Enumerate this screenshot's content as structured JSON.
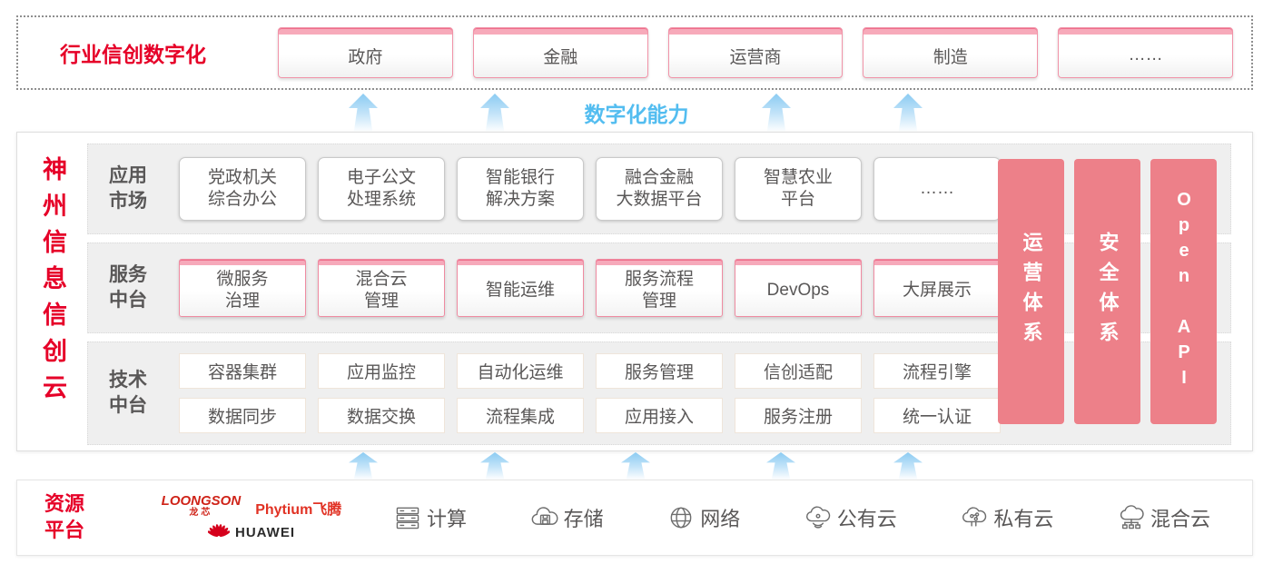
{
  "colors": {
    "accent_red": "#e60028",
    "pink_border": "#ef8ba1",
    "pink_bar": "#f6a9ba",
    "pillar_coral": "#ed8089",
    "blue": "#53bdf0",
    "text_gray": "#595757",
    "row_bg": "#efefef"
  },
  "top": {
    "title": "行业信创数字化",
    "industries": [
      "政府",
      "金融",
      "运营商",
      "制造",
      "……"
    ]
  },
  "capability": {
    "label": "数字化能力"
  },
  "main": {
    "vertical_title": "神州信息信创云",
    "rows": [
      {
        "label": "应用\n市场",
        "items": [
          "党政机关\n综合办公",
          "电子公文\n处理系统",
          "智能银行\n解决方案",
          "融合金融\n大数据平台",
          "智慧农业\n平台",
          "……"
        ]
      },
      {
        "label": "服务\n中台",
        "items": [
          "微服务\n治理",
          "混合云\n管理",
          "智能运维",
          "服务流程\n管理",
          "DevOps",
          "大屏展示"
        ]
      },
      {
        "label": "技术\n中台",
        "items_top": [
          "容器集群",
          "应用监控",
          "自动化运维",
          "服务管理",
          "信创适配",
          "流程引擎"
        ],
        "items_bottom": [
          "数据同步",
          "数据交换",
          "流程集成",
          "应用接入",
          "服务注册",
          "统一认证"
        ]
      }
    ],
    "pillars": [
      "运营体系",
      "安全体系",
      "Open API"
    ]
  },
  "bottom": {
    "title": "资源\n平台",
    "vendors": {
      "loongson": "LOONGSON",
      "loongson_sub": "龙芯",
      "phytium": "Phytium飞腾",
      "huawei": "HUAWEI"
    },
    "resources": [
      {
        "icon": "compute-icon",
        "label": "计算"
      },
      {
        "icon": "storage-icon",
        "label": "存储"
      },
      {
        "icon": "network-icon",
        "label": "网络"
      },
      {
        "icon": "public-cloud-icon",
        "label": "公有云"
      },
      {
        "icon": "private-cloud-icon",
        "label": "私有云"
      },
      {
        "icon": "hybrid-cloud-icon",
        "label": "混合云"
      }
    ]
  }
}
